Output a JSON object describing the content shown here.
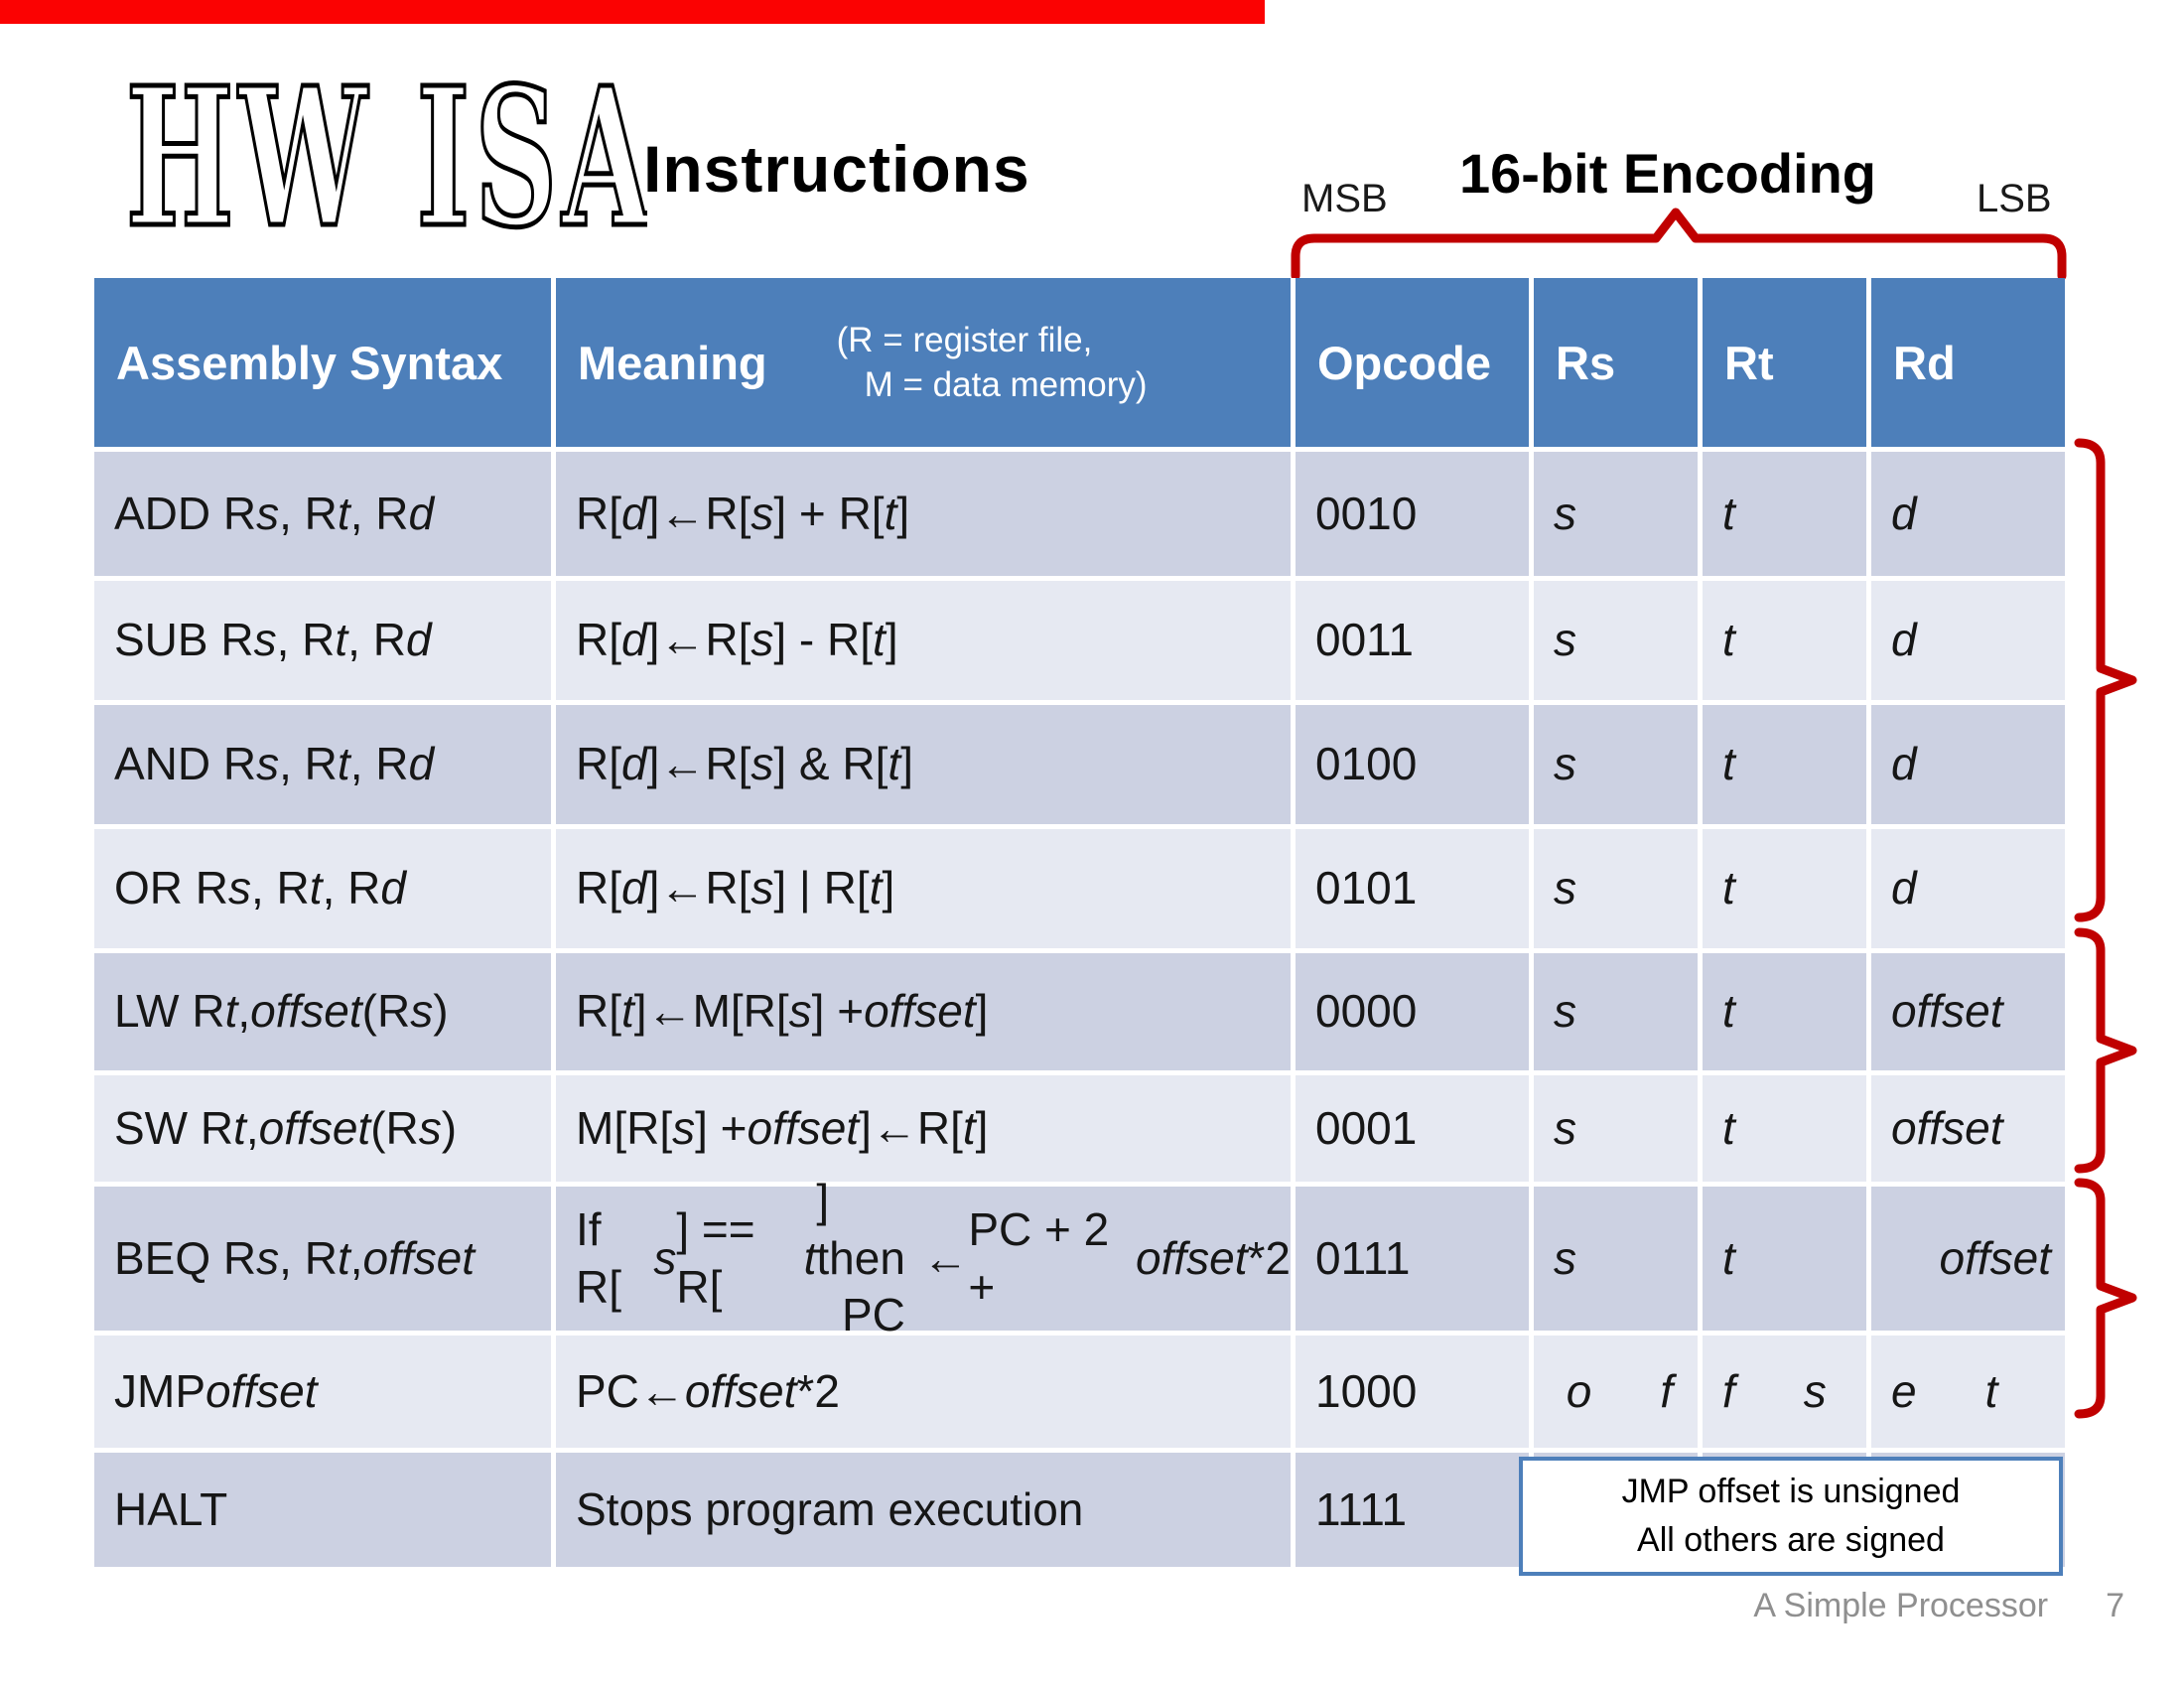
{
  "page": {
    "top_bar_color": "#fb0202",
    "accent_blue": "#4d7fba",
    "annotation_red": "#c00000",
    "band_dark": "#ccd1e2",
    "band_light": "#e6e9f2"
  },
  "logo": {
    "text": "HW ISA"
  },
  "title": "Instructions",
  "encoding": {
    "msb": "MSB",
    "title": "16-bit Encoding",
    "lsb": "LSB"
  },
  "table": {
    "headers": {
      "assembly": "Assembly Syntax",
      "meaning": "Meaning",
      "meaning_note_line1": "(R = register file,",
      "meaning_note_line2": "M = data memory)",
      "opcode": "Opcode",
      "rs": "Rs",
      "rt": "Rt",
      "rd": "Rd"
    },
    "rows": [
      {
        "key": "add",
        "asm": "ADD R<i>s</i>, R<i>t</i>, R<i>d</i>",
        "meaning": "R[<i>d</i>] <b>←</b> R[<i>s</i>] + R[<i>t</i>]",
        "opcode": "0010",
        "rs": "<i>s</i>",
        "rt": "<i>t</i>",
        "rd": "<i>d</i>",
        "rd_right": false
      },
      {
        "key": "sub",
        "asm": "SUB R<i>s</i>, R<i>t</i>, R<i>d</i>",
        "meaning": "R[<i>d</i>] <b>←</b> R[<i>s</i>] - R[<i>t</i>]",
        "opcode": "0011",
        "rs": "<i>s</i>",
        "rt": "<i>t</i>",
        "rd": "<i>d</i>",
        "rd_right": false
      },
      {
        "key": "and",
        "asm": "AND R<i>s</i>, R<i>t</i>, R<i>d</i>",
        "meaning": "R[<i>d</i>] <b>←</b> R[<i>s</i>] &amp; R[<i>t</i>]",
        "opcode": "0100",
        "rs": "<i>s</i>",
        "rt": "<i>t</i>",
        "rd": "<i>d</i>",
        "rd_right": false
      },
      {
        "key": "or",
        "asm": "OR R<i>s</i>, R<i>t</i>, R<i>d</i>",
        "meaning": "R[<i>d</i>] <b>←</b> R[<i>s</i>] | R[<i>t</i>]",
        "opcode": "0101",
        "rs": "<i>s</i>",
        "rt": "<i>t</i>",
        "rd": "<i>d</i>",
        "rd_right": false
      },
      {
        "key": "lw",
        "asm": "LW R<i>t</i>, <i>offset</i>(R<i>s</i>)",
        "meaning": "R[<i>t</i>] <b>←</b> M[R[<i>s</i>] + <i>offset</i>]",
        "opcode": "0000",
        "rs": "<i>s</i>",
        "rt": "<i>t</i>",
        "rd": "<i>offset</i>",
        "rd_right": false
      },
      {
        "key": "sw",
        "asm": "SW R<i>t</i>, <i>offset</i>(R<i>s</i>)",
        "meaning": "M[R[<i>s</i>] + <i>offset</i>] <b>←</b> R[<i>t</i>]",
        "opcode": "0001",
        "rs": "<i>s</i>",
        "rt": "<i>t</i>",
        "rd": "<i>offset</i>",
        "rd_right": false
      },
      {
        "key": "beq",
        "asm": "BEQ R<i>s</i>, R<i>t</i>, <i>offset</i>",
        "meaning": "If R[<i>s</i>] == R[<i>t</i>] then<br>&nbsp;&nbsp;PC <b>←</b> PC + 2 + <i>offset</i>*2",
        "opcode": "0111",
        "rs": "<i>s</i>",
        "rt": "<i>t</i>",
        "rd": "<i>offset</i>",
        "rd_right": true
      },
      {
        "key": "jmp",
        "asm": "JMP <i>offset</i>",
        "meaning": "PC <b>←</b> <i>offset</i>*2",
        "opcode": "1000",
        "rs": "&nbsp;<i>o</i>&emsp;&ensp;<i>f</i>",
        "rt": "<i>f</i>&emsp;&ensp;<i>s</i>",
        "rd": "<i>e</i>&emsp;&ensp;<i>t</i>",
        "rd_right": false
      },
      {
        "key": "halt",
        "asm": "HALT",
        "meaning": "Stops program execution",
        "opcode": "1111",
        "rs": "",
        "rt": "",
        "rd": "",
        "rd_right": false
      }
    ]
  },
  "note_box": {
    "line1": "JMP offset is unsigned",
    "line2": "All others are signed"
  },
  "footer": {
    "label": "A Simple Processor",
    "page_number": "7"
  }
}
